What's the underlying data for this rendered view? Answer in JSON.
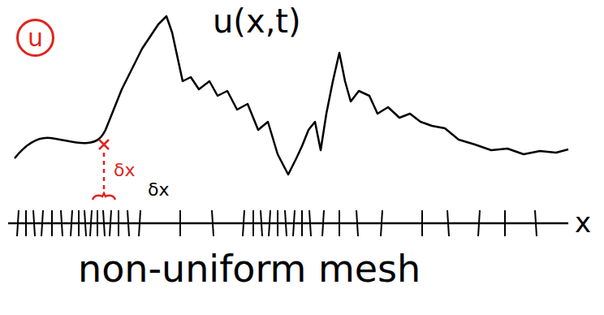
{
  "diagram": {
    "nodes": [
      {
        "text": [
          "u"
        ]
      }
    ],
    "labels": [
      "u(x,t)",
      "δx",
      "δx",
      "x",
      "non-uniform mesh"
    ]
  }
}
